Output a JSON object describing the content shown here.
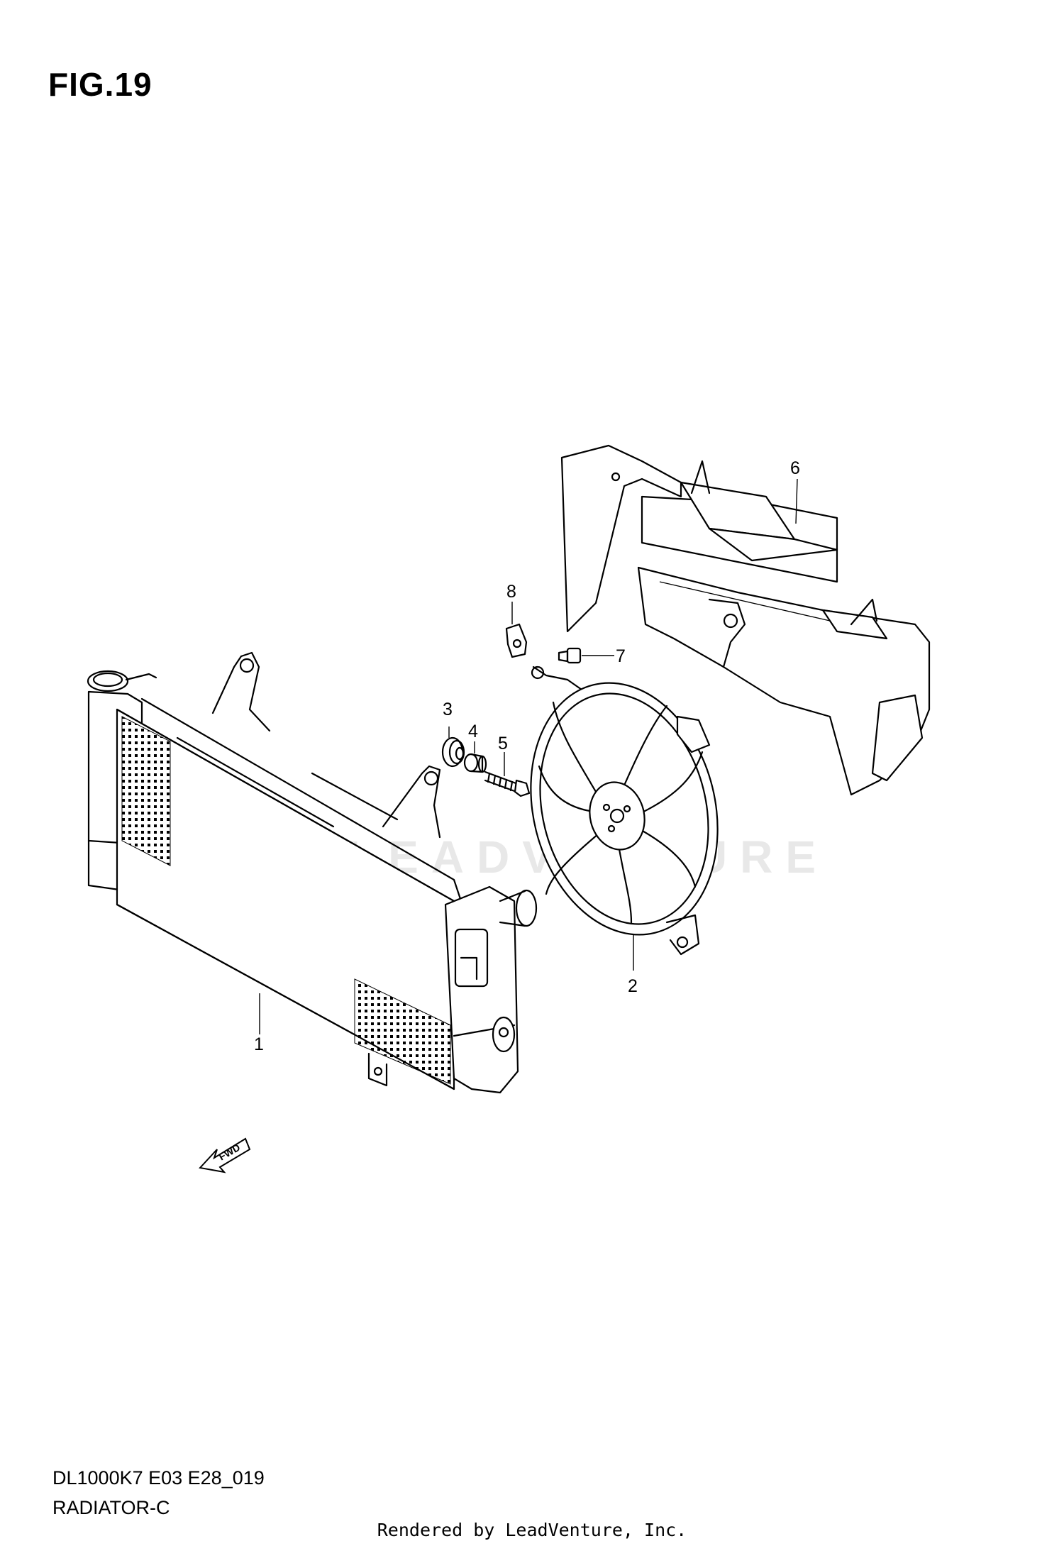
{
  "figure": {
    "title": "FIG.19"
  },
  "diagram": {
    "code": "DL1000K7 E03 E28_019",
    "subtitle": "RADIATOR-C",
    "fwd_label": "FWD",
    "watermark": "LEADVENTURE",
    "callouts": [
      "1",
      "2",
      "3",
      "4",
      "5",
      "6",
      "7",
      "8"
    ]
  },
  "footer": {
    "rendered_by": "Rendered by LeadVenture, Inc."
  }
}
